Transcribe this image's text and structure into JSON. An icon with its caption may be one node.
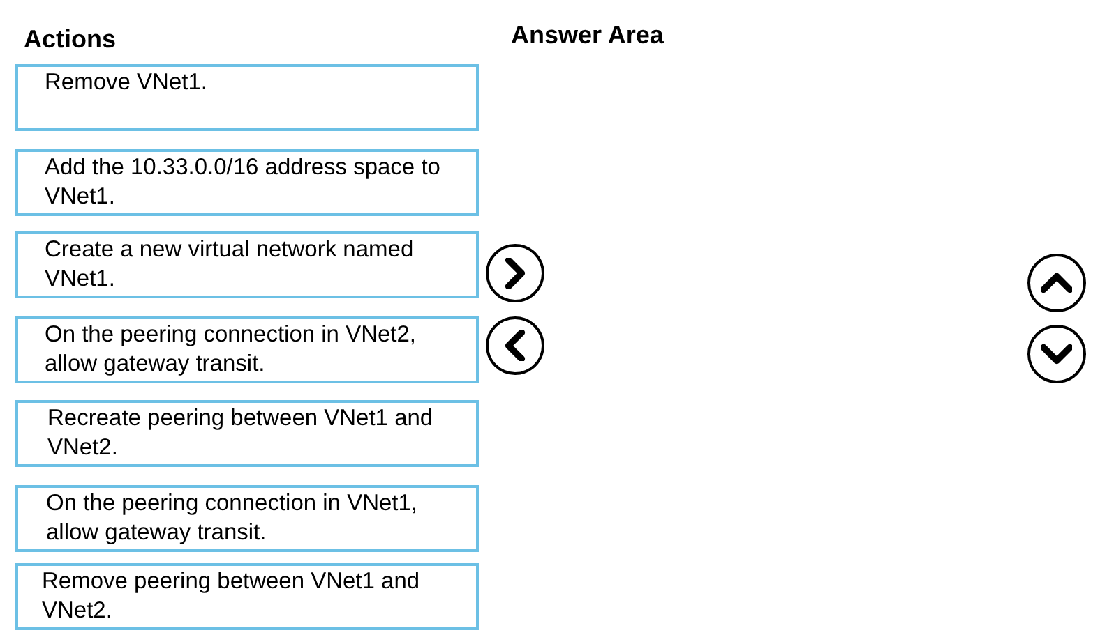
{
  "diagram": {
    "nodes": [
      {
        "text": [
          "Remove VNet1."
        ]
      },
      {
        "text": [
          "Add the 10.33.0.0/16 address space to VNet1."
        ]
      },
      {
        "text": [
          "Create a new virtual network named VNet1."
        ]
      },
      {
        "text": [
          "On the peering connection in VNet2, allow gateway transit."
        ]
      },
      {
        "text": [
          "Recreate peering between VNet1 and VNet2."
        ]
      },
      {
        "text": [
          "On the peering connection in VNet1, allow gateway transit."
        ]
      },
      {
        "text": [
          "Remove peering between VNet1 and VNet2."
        ]
      }
    ],
    "labels": [
      "Actions",
      "Answer Area"
    ]
  }
}
